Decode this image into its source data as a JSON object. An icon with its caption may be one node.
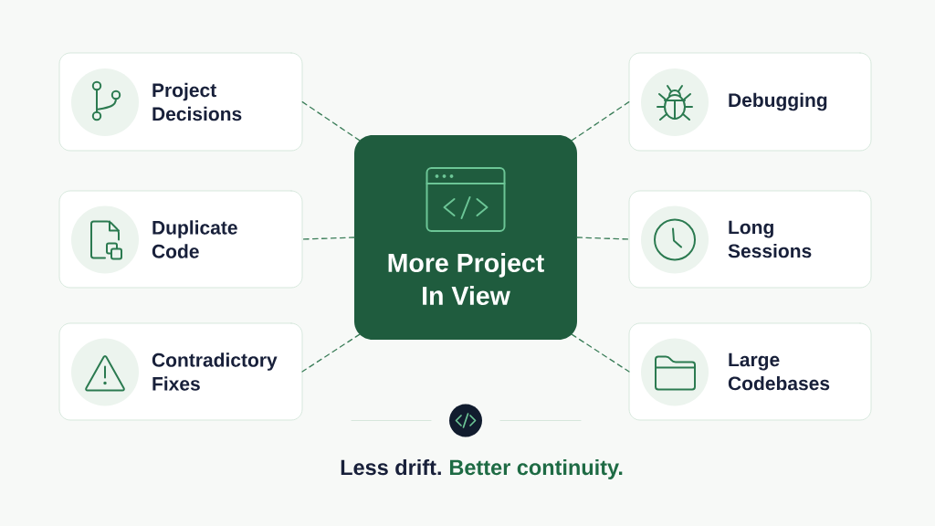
{
  "diagram": {
    "nodes": [
      {
        "text": [
          "More Project In View"
        ]
      },
      {
        "text": [
          "Project Decisions"
        ]
      },
      {
        "text": [
          "Duplicate Code"
        ]
      },
      {
        "text": [
          "Contradictory Fixes"
        ]
      },
      {
        "text": [
          "Debugging"
        ]
      },
      {
        "text": [
          "Long Sessions"
        ]
      },
      {
        "text": [
          "Large Codebases"
        ]
      }
    ],
    "edges": [
      {
        "from": 0,
        "to": 1,
        "arrow": "none",
        "style": "dashed"
      },
      {
        "from": 0,
        "to": 2,
        "arrow": "none",
        "style": "dashed"
      },
      {
        "from": 0,
        "to": 3,
        "arrow": "none",
        "style": "dashed"
      },
      {
        "from": 0,
        "to": 4,
        "arrow": "none",
        "style": "dashed"
      },
      {
        "from": 0,
        "to": 5,
        "arrow": "none",
        "style": "dashed"
      },
      {
        "from": 0,
        "to": 6,
        "arrow": "none",
        "style": "dashed"
      }
    ],
    "labels": [
      "Less drift.",
      "Better continuity."
    ]
  }
}
